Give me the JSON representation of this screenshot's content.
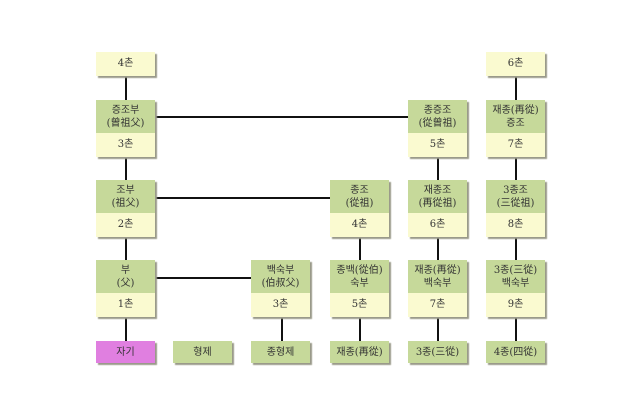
{
  "colors": {
    "title_cell": "#c6d99a",
    "degree_cell": "#fafad0",
    "self_cell": "#e07fe0",
    "connector": "#111111"
  },
  "top_row": [
    {
      "degree": "4촌"
    },
    {
      "degree": "6촌"
    }
  ],
  "rows": [
    [
      {
        "title": "증조부\n(曾祖父)",
        "degree": "3촌"
      },
      {
        "title": "종증조\n(從曾祖)",
        "degree": "5촌"
      },
      {
        "title": "재종(再從)\n증조",
        "degree": "7촌"
      }
    ],
    [
      {
        "title": "조부\n(祖父)",
        "degree": "2촌"
      },
      {
        "title": "종조\n(從祖)",
        "degree": "4촌"
      },
      {
        "title": "재종조\n(再從祖)",
        "degree": "6촌"
      },
      {
        "title": "3종조\n(三從祖)",
        "degree": "8촌"
      }
    ],
    [
      {
        "title": "부\n(父)",
        "degree": "1촌"
      },
      {
        "title": "백숙부\n(伯叔父)",
        "degree": "3촌"
      },
      {
        "title": "종백(從伯)\n숙부",
        "degree": "5촌"
      },
      {
        "title": "재종(再從)\n백숙부",
        "degree": "7촌"
      },
      {
        "title": "3종(三從)\n백숙부",
        "degree": "9촌"
      }
    ],
    [
      {
        "title": "자기"
      },
      {
        "title": "형제"
      },
      {
        "title": "종형제"
      },
      {
        "title": "재종(再從)"
      },
      {
        "title": "3종(三從)"
      },
      {
        "title": "4종(四從)"
      }
    ]
  ]
}
